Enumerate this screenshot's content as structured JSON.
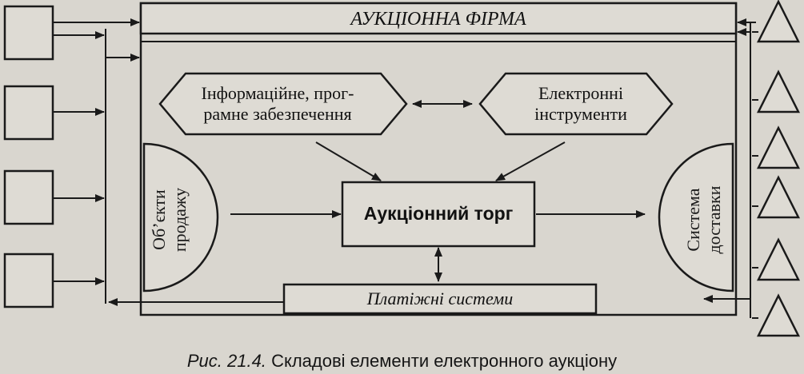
{
  "diagram": {
    "title": "АУКЦІОННА ФІРМА",
    "info_support": "Інформаційне, програмне забезпечення",
    "info_support_line1": "Інформаційне, прог-",
    "info_support_line2": "рамне забезпечення",
    "tools_line1": "Електронні",
    "tools_line2": "інструменти",
    "auction": "Аукціонний торг",
    "objects_line1": "Об’єкти",
    "objects_line2": "продажу",
    "delivery_line1": "Система",
    "delivery_line2": "доставки",
    "payment": "Платіжні системи"
  },
  "caption": {
    "fig": "Рис. 21.4.",
    "text": "Складові елементи електронного аукціону"
  },
  "colors": {
    "background": "#d9d6cf",
    "box_fill": "#dedbd4",
    "stroke": "#1a1a1a"
  }
}
